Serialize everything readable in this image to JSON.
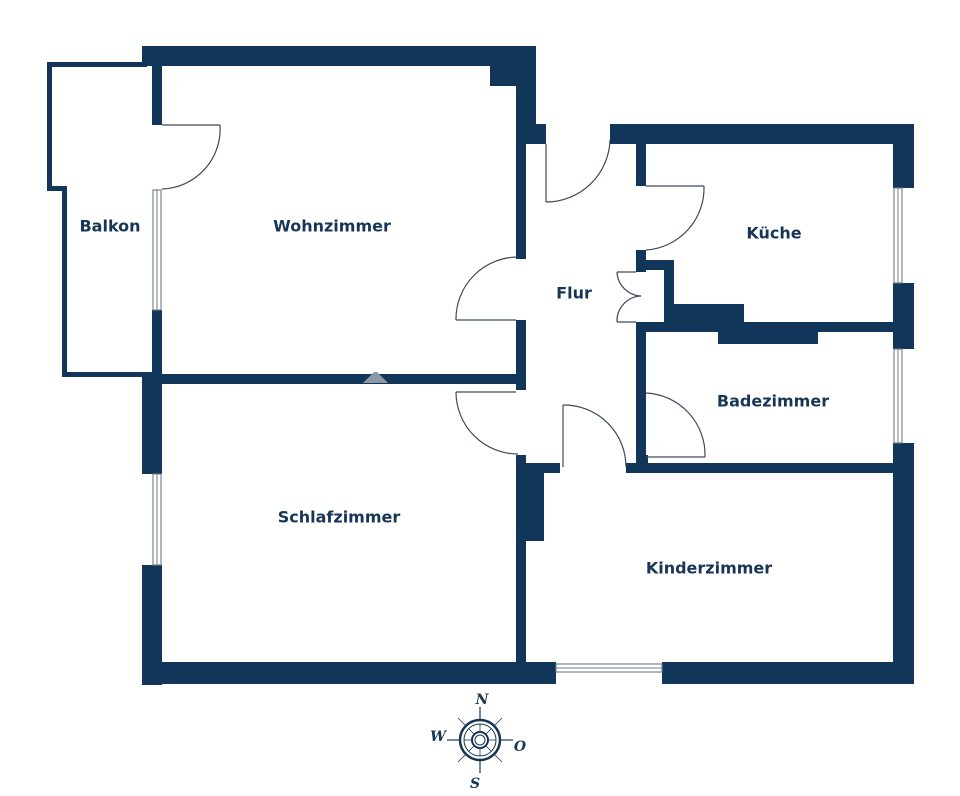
{
  "floor_plan": {
    "colors": {
      "wall": "#12365a",
      "label": "#173554",
      "background": "#ffffff",
      "window_line": "#6d7b89",
      "door_arc": "#3c4a5a"
    },
    "rooms": [
      {
        "id": "balkon",
        "label": "Balkon"
      },
      {
        "id": "wohnzimmer",
        "label": "Wohnzimmer"
      },
      {
        "id": "flur",
        "label": "Flur"
      },
      {
        "id": "kueche",
        "label": "Küche"
      },
      {
        "id": "badezimmer",
        "label": "Badezimmer"
      },
      {
        "id": "schlafzimmer",
        "label": "Schlafzimmer"
      },
      {
        "id": "kinderzimmer",
        "label": "Kinderzimmer"
      }
    ],
    "compass": {
      "north": "N",
      "south": "S",
      "west": "W",
      "east": "O"
    }
  }
}
